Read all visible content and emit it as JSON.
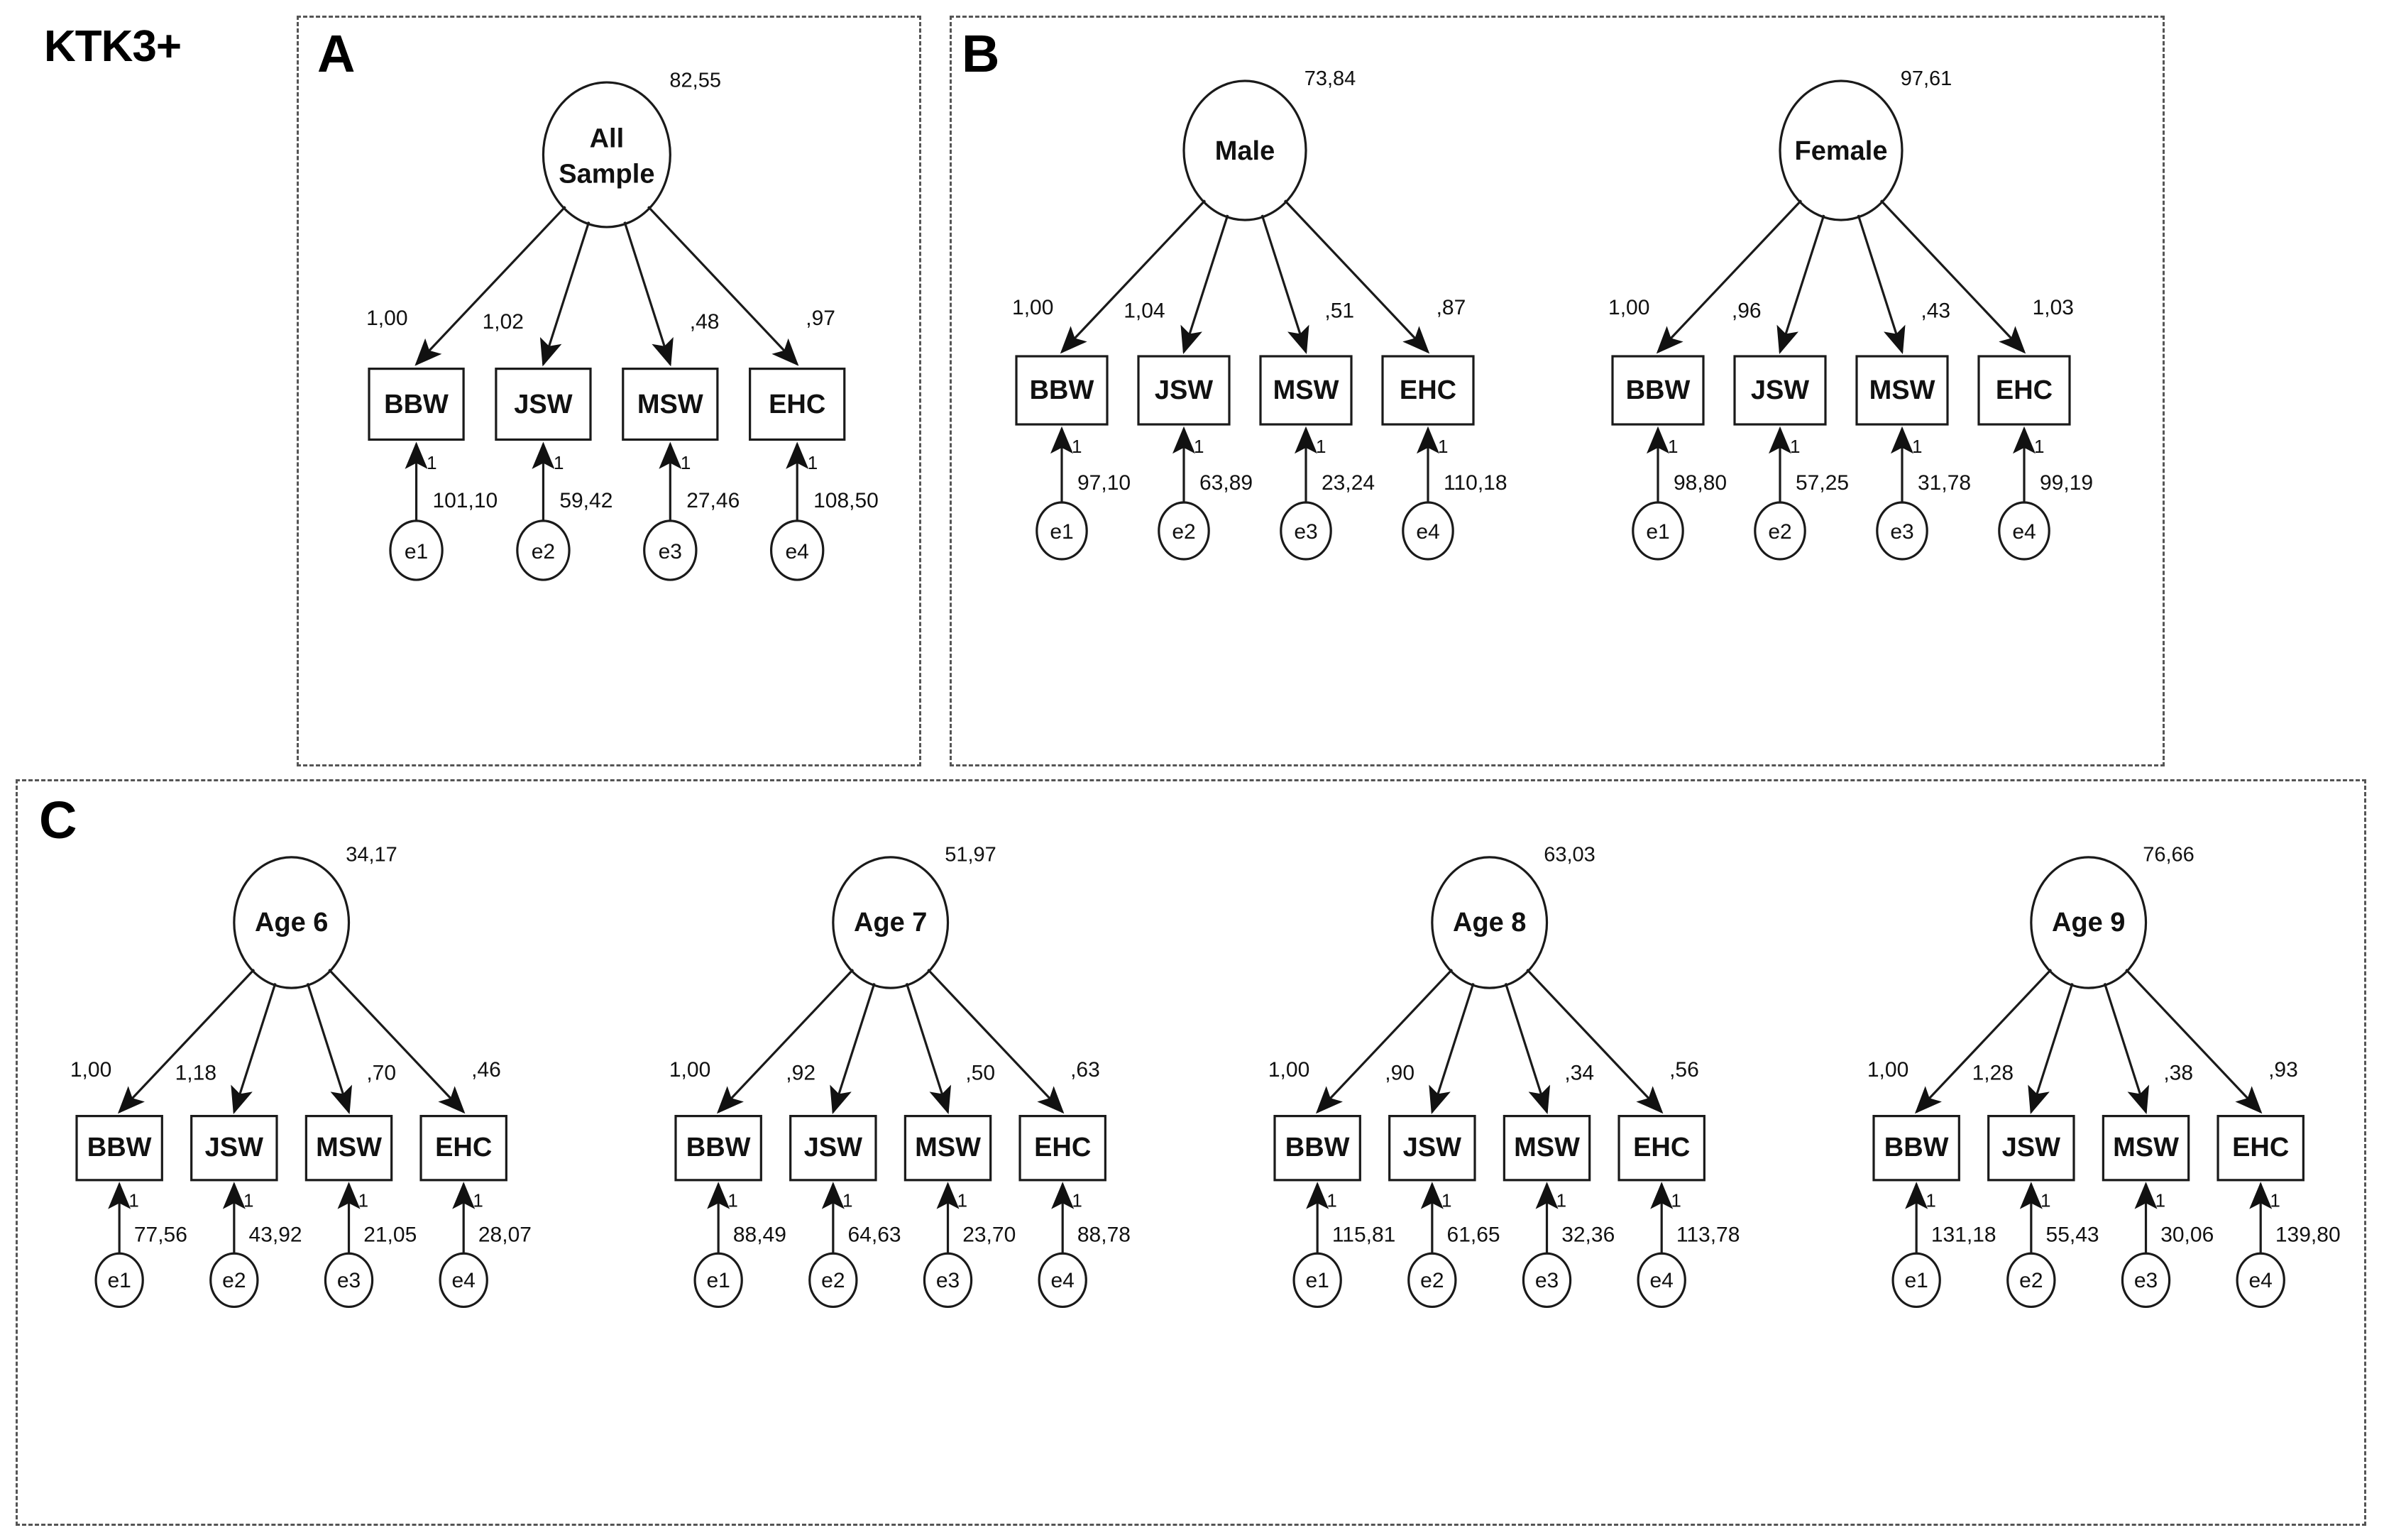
{
  "title": "KTK3+",
  "indicators": [
    "BBW",
    "JSW",
    "MSW",
    "EHC"
  ],
  "errors": [
    "e1",
    "e2",
    "e3",
    "e4"
  ],
  "fixed_path_label": "1",
  "panels": [
    {
      "letter": "A",
      "groups": [
        {
          "name": "All Sample",
          "name_line1": "All",
          "name_line2": "Sample",
          "variance": "82,55",
          "loadings": [
            "1,00",
            "1,02",
            ",48",
            ",97"
          ],
          "error_variances": [
            "101,10",
            "59,42",
            "27,46",
            "108,50"
          ]
        }
      ]
    },
    {
      "letter": "B",
      "groups": [
        {
          "name": "Male",
          "name_line1": "Male",
          "name_line2": "",
          "variance": "73,84",
          "loadings": [
            "1,00",
            "1,04",
            ",51",
            ",87"
          ],
          "error_variances": [
            "97,10",
            "63,89",
            "23,24",
            "110,18"
          ]
        },
        {
          "name": "Female",
          "name_line1": "Female",
          "name_line2": "",
          "variance": "97,61",
          "loadings": [
            "1,00",
            ",96",
            ",43",
            "1,03"
          ],
          "error_variances": [
            "98,80",
            "57,25",
            "31,78",
            "99,19"
          ]
        }
      ]
    },
    {
      "letter": "C",
      "groups": [
        {
          "name": "Age 6",
          "name_line1": "Age 6",
          "name_line2": "",
          "variance": "34,17",
          "loadings": [
            "1,00",
            "1,18",
            ",70",
            ",46"
          ],
          "error_variances": [
            "77,56",
            "43,92",
            "21,05",
            "28,07"
          ]
        },
        {
          "name": "Age 7",
          "name_line1": "Age 7",
          "name_line2": "",
          "variance": "51,97",
          "loadings": [
            "1,00",
            ",92",
            ",50",
            ",63"
          ],
          "error_variances": [
            "88,49",
            "64,63",
            "23,70",
            "88,78"
          ]
        },
        {
          "name": "Age 8",
          "name_line1": "Age 8",
          "name_line2": "",
          "variance": "63,03",
          "loadings": [
            "1,00",
            ",90",
            ",34",
            ",56"
          ],
          "error_variances": [
            "115,81",
            "61,65",
            "32,36",
            "113,78"
          ]
        },
        {
          "name": "Age 9",
          "name_line1": "Age 9",
          "name_line2": "",
          "variance": "76,66",
          "loadings": [
            "1,00",
            "1,28",
            ",38",
            ",93"
          ],
          "error_variances": [
            "131,18",
            "55,43",
            "30,06",
            "139,80"
          ]
        }
      ]
    }
  ],
  "chart_data": {
    "type": "diagram",
    "diagram_kind": "confirmatory-factor-analysis-path-diagram",
    "title": "KTK3+",
    "indicators": [
      "BBW",
      "JSW",
      "MSW",
      "EHC"
    ],
    "error_terms": [
      "e1",
      "e2",
      "e3",
      "e4"
    ],
    "models": [
      {
        "panel": "A",
        "factor": "All Sample",
        "factor_variance": 82.55,
        "loadings": [
          1.0,
          1.02,
          0.48,
          0.97
        ],
        "error_variances": [
          101.1,
          59.42,
          27.46,
          108.5
        ]
      },
      {
        "panel": "B",
        "factor": "Male",
        "factor_variance": 73.84,
        "loadings": [
          1.0,
          1.04,
          0.51,
          0.87
        ],
        "error_variances": [
          97.1,
          63.89,
          23.24,
          110.18
        ]
      },
      {
        "panel": "B",
        "factor": "Female",
        "factor_variance": 97.61,
        "loadings": [
          1.0,
          0.96,
          0.43,
          1.03
        ],
        "error_variances": [
          98.8,
          57.25,
          31.78,
          99.19
        ]
      },
      {
        "panel": "C",
        "factor": "Age 6",
        "factor_variance": 34.17,
        "loadings": [
          1.0,
          1.18,
          0.7,
          0.46
        ],
        "error_variances": [
          77.56,
          43.92,
          21.05,
          28.07
        ]
      },
      {
        "panel": "C",
        "factor": "Age 7",
        "factor_variance": 51.97,
        "loadings": [
          1.0,
          0.92,
          0.5,
          0.63
        ],
        "error_variances": [
          88.49,
          64.63,
          23.7,
          88.78
        ]
      },
      {
        "panel": "C",
        "factor": "Age 8",
        "factor_variance": 63.03,
        "loadings": [
          1.0,
          0.9,
          0.34,
          0.56
        ],
        "error_variances": [
          115.81,
          61.65,
          32.36,
          113.78
        ]
      },
      {
        "panel": "C",
        "factor": "Age 9",
        "factor_variance": 76.66,
        "loadings": [
          1.0,
          1.28,
          0.38,
          0.93
        ],
        "error_variances": [
          131.18,
          55.43,
          30.06,
          139.8
        ]
      }
    ]
  }
}
